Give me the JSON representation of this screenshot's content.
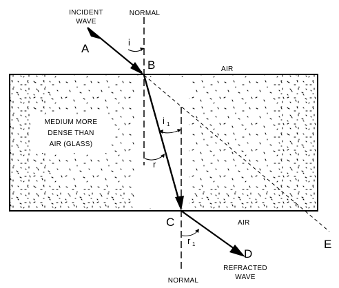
{
  "labels": {
    "incident_line1": "INCIDENT",
    "incident_line2": "WAVE",
    "normal_top": "NORMAL",
    "normal_bottom": "NORMAL",
    "point_a": "A",
    "point_b": "B",
    "point_c": "C",
    "point_d": "D",
    "point_e": "E",
    "air_top": "AIR",
    "air_bottom": "AIR",
    "medium_line1": "MEDIUM MORE",
    "medium_line2": "DENSE THAN",
    "medium_line3": "AIR (GLASS)",
    "angle_i": "i",
    "angle_i1": "i",
    "angle_i1_sub": "1",
    "angle_r": "r",
    "angle_r1": "r",
    "angle_r1_sub": "1",
    "refracted_line1": "REFRACTED",
    "refracted_line2": "WAVE"
  }
}
